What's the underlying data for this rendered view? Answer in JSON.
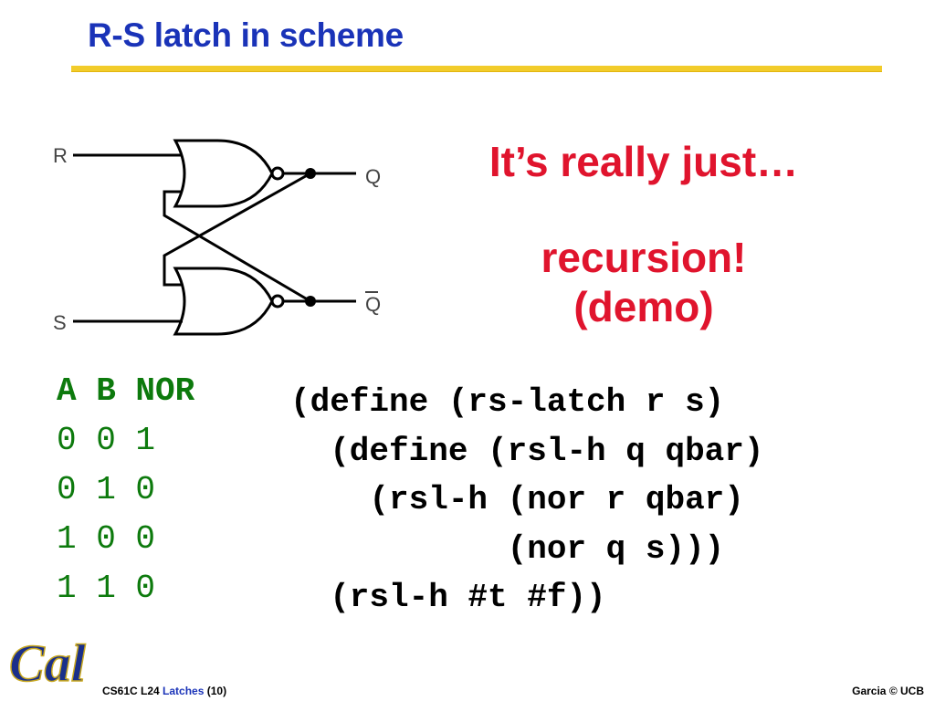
{
  "slide": {
    "title": "R-S latch in scheme"
  },
  "circuit": {
    "label_r": "R",
    "label_s": "S",
    "label_q": "Q",
    "label_qbar": "Q"
  },
  "callout": {
    "line1": "It’s really just…",
    "line2": "recursion!",
    "line3": "(demo)"
  },
  "truth_table": {
    "header": "A B NOR",
    "rows": [
      "0 0 1",
      "0 1 0",
      "1 0 0",
      "1 1 0"
    ]
  },
  "code": {
    "lines": [
      "(define (rs-latch r s)",
      "  (define (rsl-h q qbar)",
      "    (rsl-h (nor r qbar)",
      "           (nor q s)))",
      "  (rsl-h #t #f))"
    ]
  },
  "footer": {
    "course": "CS61C L24 ",
    "topic": "Latches",
    "page": " (10)",
    "credit": "Garcia © UCB",
    "logo_text": "Cal"
  },
  "colors": {
    "title": "#1a33b8",
    "rule": "#f2cc2a",
    "accent_red": "#e0142d",
    "table_green": "#0d7a0d"
  }
}
